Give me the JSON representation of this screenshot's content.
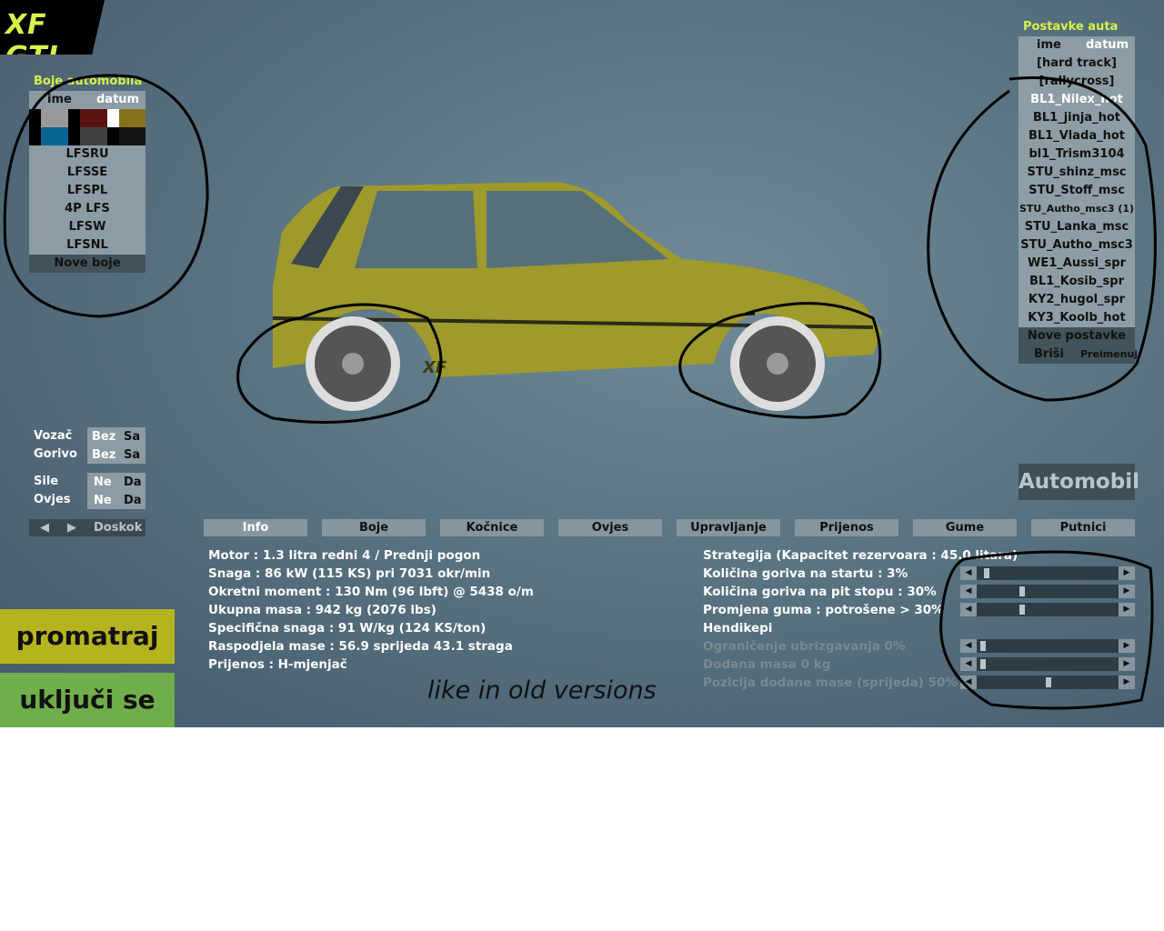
{
  "title": "XF GTI",
  "colors_panel": {
    "heading": "Boje automobila",
    "col_name": "ime",
    "col_date": "datum",
    "items": [
      "LFSRU",
      "LFSSE",
      "LFSPL",
      "4P LFS",
      "LFSW",
      "LFSNL"
    ],
    "new_label": "Nove boje"
  },
  "setups_panel": {
    "heading": "Postavke auta",
    "col_name": "ime",
    "col_date": "datum",
    "items": [
      "[hard track]",
      "[rallycross]",
      "BL1_Nilex_hot",
      "BL1_jinja_hot",
      "BL1_Vlada_hot",
      "bl1_Trism3104",
      "STU_shinz_msc",
      "STU_Stoff_msc",
      "STU_Autho_msc3 (1)",
      "STU_Lanka_msc",
      "STU_Autho_msc3",
      "WE1_Aussi_spr",
      "BL1_Kosib_spr",
      "KY2_hugol_spr",
      "KY3_Koolb_hot"
    ],
    "selected": "BL1_Nilex_hot",
    "new_label": "Nove postavke",
    "delete_label": "Briši",
    "rename_label": "Preimenuj"
  },
  "options": {
    "driver": "Vozač",
    "fuel": "Gorivo",
    "without": "Bez",
    "with": "Sa",
    "forces": "Sile",
    "suspension": "Ovjes",
    "no": "Ne",
    "yes": "Da",
    "landing": "Doskok"
  },
  "car_badge": "XF",
  "section_button": "Automobil",
  "tabs": [
    "Info",
    "Boje",
    "Kočnice",
    "Ovjes",
    "Upravljanje",
    "Prijenos",
    "Gume",
    "Putnici"
  ],
  "info": [
    "Motor : 1.3 litra redni 4 / Prednji pogon",
    "Snaga : 86 kW (115 KS) pri 7031 okr/min",
    "Okretni moment : 130 Nm (96 lbft) @ 5438 o/m",
    "Ukupna masa : 942 kg (2076 lbs)",
    "Specifična snaga : 91 W/kg (124 KS/ton)",
    "Raspodjela mase : 56.9 sprijeda  43.1 straga",
    "Prijenos : H-mjenjač"
  ],
  "strategy": {
    "heading": "Strategija (Kapacitet rezervoara : 45.0 litara)",
    "rows": [
      {
        "label": "Količina goriva na startu : 3%",
        "value": 0.03
      },
      {
        "label": "Količina goriva na pit stopu : 30%",
        "value": 0.3
      },
      {
        "label": "Promjena guma : potrošene > 30%",
        "value": 0.3
      }
    ]
  },
  "handicaps": {
    "heading": "Hendikepi",
    "rows": [
      {
        "label": "Ograničenje ubrizgavanja 0%",
        "value": 0
      },
      {
        "label": "Dodana masa 0 kg",
        "value": 0
      },
      {
        "label": "Pozicija dodane mase (sprijeda) 50%",
        "value": 0.5
      }
    ]
  },
  "annotation": "like in old versions",
  "buttons": {
    "spectate": "promatraj",
    "join": "uključi se"
  }
}
